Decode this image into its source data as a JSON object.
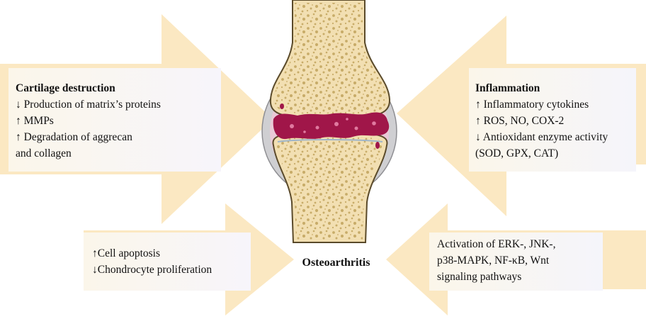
{
  "colors": {
    "arrow": "#fbe8c2",
    "bone": "#f2dfb2",
    "bone_spots": "#c6a965",
    "joint_capsule": "#cfcfd2",
    "synovium": "#e9c9d6",
    "inflamed_tissue": "#a01649"
  },
  "center": {
    "label": "Osteoarthritis"
  },
  "cartilage": {
    "title": "Cartilage destruction",
    "lines": [
      "↓ Production of matrix’s proteins",
      "↑ MMPs",
      "↑ Degradation of aggrecan",
      "and collagen"
    ]
  },
  "inflammation": {
    "title": "Inflammation",
    "lines": [
      "↑ Inflammatory cytokines",
      "↑ ROS, NO, COX-2",
      "↓ Antioxidant enzyme activity",
      "(SOD, GPX, CAT)"
    ]
  },
  "apoptosis": {
    "lines": [
      "↑Cell apoptosis",
      "↓Chondrocyte proliferation"
    ]
  },
  "signaling": {
    "lines": [
      "Activation of ERK-, JNK-,",
      "p38-MAPK, NF-κB, Wnt",
      "signaling  pathways"
    ]
  }
}
